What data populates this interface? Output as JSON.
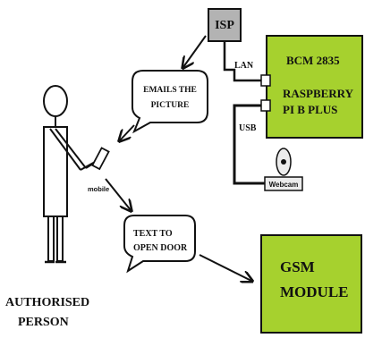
{
  "isp": {
    "label": "ISP"
  },
  "connections": {
    "lan": "LAN",
    "usb": "USB"
  },
  "raspberry": {
    "line1": "BCM 2835",
    "line2": "RASPBERRY",
    "line3": "PI B PLUS"
  },
  "webcam": {
    "label": "Webcam"
  },
  "bubbles": {
    "email": {
      "line1": "EMAILS THE",
      "line2": "PICTURE"
    },
    "text": {
      "line1": "TEXT TO",
      "line2": "OPEN DOOR"
    }
  },
  "phone": {
    "label": "mobile"
  },
  "gsm": {
    "line1": "GSM",
    "line2": "MODULE"
  },
  "person": {
    "line1": "AUTHORISED",
    "line2": "PERSON"
  },
  "colors": {
    "board": "#a6d12e",
    "isp": "#b3b3b3",
    "ink": "#111111"
  }
}
